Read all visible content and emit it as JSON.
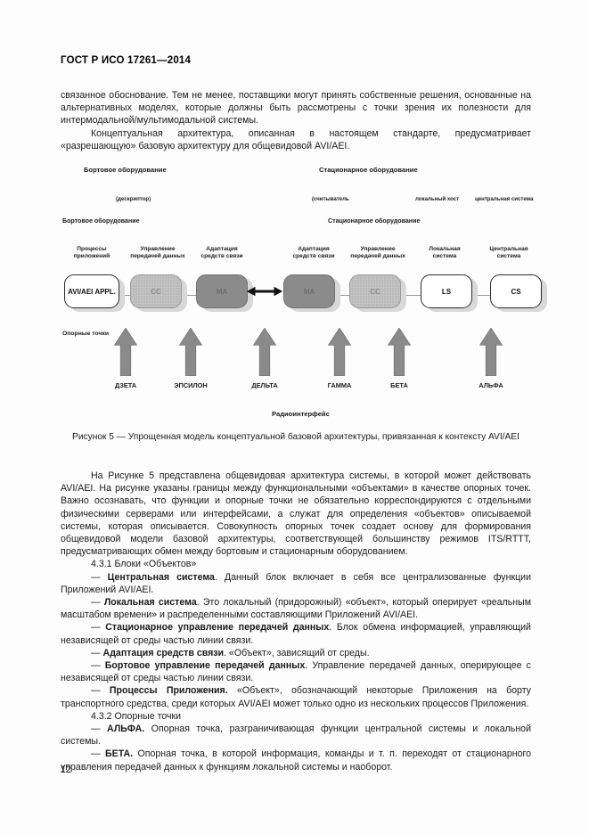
{
  "document": {
    "header": "ГОСТ Р ИСО 17261—2014",
    "page_number": "12"
  },
  "intro": {
    "p1": "связанное обоснование. Тем не менее, поставщики могут принять собственные решения, основанные на альтернативных моделях, которые должны быть рассмотрены с точки зрения их полезности для интермодальной/мультимодальной системы.",
    "p2": "Концептуальная архитектура, описанная в настоящем стандарте, предусматривает «разрешающую» базовую архитектуру для общевидовой AVI/AEI."
  },
  "figure": {
    "headers": {
      "onboard": "Бортовое оборудование",
      "roadside": "Стационарное оборудование"
    },
    "sub_headers": {
      "descriptor": "(дескриптор)",
      "reader": "(считыватель",
      "local_host": "локальный хост",
      "central_system": "центральная система"
    },
    "equip_labels": {
      "onboard": "Бортовое оборудование",
      "roadside": "Стационарное оборудование"
    },
    "columns": [
      "Процессы приложений",
      "Управление передачей данных",
      "Адаптация средств связи",
      "Адаптация средств связи",
      "Управление передачей данных",
      "Локальная система",
      "Центральная система"
    ],
    "boxes": [
      {
        "id": "appl",
        "label": "AVI/AEI APPL.",
        "style": "white"
      },
      {
        "id": "cc-left",
        "label": "CC",
        "style": "light"
      },
      {
        "id": "ma-left",
        "label": "MA",
        "style": "dark"
      },
      {
        "id": "ma-right",
        "label": "MA",
        "style": "dark"
      },
      {
        "id": "cc-right",
        "label": "CC",
        "style": "light"
      },
      {
        "id": "ls",
        "label": "LS",
        "style": "white"
      },
      {
        "id": "cs",
        "label": "CS",
        "style": "white"
      }
    ],
    "reference_points_label": "Опорные точки",
    "reference_points": [
      "ДЗЕТА",
      "ЭПСИЛОН",
      "ДЕЛЬТА",
      "ГАММА",
      "БЕТА",
      "АЛЬФА"
    ],
    "radio_interface": "Радиоинтерфейс",
    "caption": "Рисунок 5 — Упрощенная модель концептуальной базовой архитектуры, привязанная к контексту AVI/AEI"
  },
  "body": {
    "p_after_figure": "На Рисунке 5 представлена общевидовая архитектура системы, в которой может действовать AVI/AEI. На рисунке указаны границы между функциональными «объектами» в качестве опорных точек. Важно осознавать, что функции и опорные точки не обязательно корреспондируются с отдельными физическими серверами или интерфейсами, а служат для определения «объектов» описываемой системы, которая описывается. Совокупность опорных точек создает основу для формирования общевидовой модели базовой архитектуры, соответствующей большинству режимов ITS/RTTT, предусматривающих обмен между бортовым и стационарным оборудованием.",
    "section_431_title": "4.3.1 Блоки «Объектов»",
    "items_431": [
      {
        "dash": "—",
        "term": "Центральная система",
        "text": ". Данный блок включает в себя все централизованные функции Приложений AVI/AEI."
      },
      {
        "dash": "—",
        "term": "Локальная система",
        "text": ". Это локальный (придорожный) «объект», который оперирует «реальным масштабом времени» и распределенными составляющими Приложений AVI/AEI."
      },
      {
        "dash": "—",
        "term": "Стационарное управление передачей данных",
        "text": ". Блок обмена информацией, управляющий независящей от среды частью линии связи."
      },
      {
        "dash": "—",
        "term": "Адаптация средств связи",
        "text": ". «Объект», зависящий от среды."
      },
      {
        "dash": "—",
        "term": "Бортовое управление передачей данных",
        "text": ". Управление передачей данных, оперирующее с независящей от среды частью линии связи."
      },
      {
        "dash": "—",
        "term": "Процессы Приложения.",
        "text": " «Объект», обозначающий некоторые Приложения на борту транспортного средства, среди которых AVI/AEI может только одно из нескольких процессов Приложения."
      }
    ],
    "section_432_title": "4.3.2 Опорные точки",
    "items_432": [
      {
        "dash": "—",
        "term": "АЛЬФА.",
        "text": " Опорная точка, разграничивающая функции центральной системы и локальной системы."
      },
      {
        "dash": "—",
        "term": "БЕТА.",
        "text": " Опорная точка, в которой информация, команды и т. п. переходят от стационарного управления передачей данных к функциям локальной системы и наоборот."
      }
    ]
  },
  "colors": {
    "text": "#1a1a1a",
    "box_light": "#b9b9b9",
    "box_dark": "#8b8b8b",
    "arrow": "#8a8a8a",
    "shadow": "#d8d8d8"
  }
}
